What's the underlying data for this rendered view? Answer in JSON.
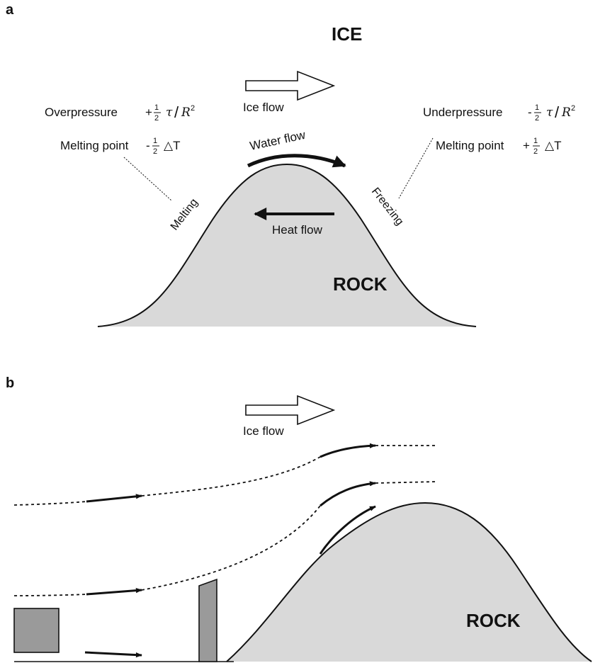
{
  "panel_a": {
    "letter": "a",
    "title": "ICE",
    "ice_flow_label": "Ice flow",
    "overpressure": {
      "label": "Overpressure",
      "sign": "+",
      "frac_num": "1",
      "frac_den": "2",
      "tau": "τ",
      "slash": "/",
      "R": "R",
      "exp": "2"
    },
    "melting_point_left": {
      "label": "Melting point",
      "sign": "-",
      "frac_num": "1",
      "frac_den": "2",
      "delta": "△T"
    },
    "underpressure": {
      "label": "Underpressure",
      "sign": "-",
      "frac_num": "1",
      "frac_den": "2",
      "tau": "τ",
      "slash": "/",
      "R": "R",
      "exp": "2"
    },
    "melting_point_right": {
      "label": "Melting point",
      "sign": "+",
      "frac_num": "1",
      "frac_den": "2",
      "delta": "△T"
    },
    "water_flow_label": "Water flow",
    "heat_flow_label": "Heat flow",
    "melting_label": "Melting",
    "freezing_label": "Freezing",
    "rock_label": "ROCK"
  },
  "panel_b": {
    "letter": "b",
    "ice_flow_label": "Ice flow",
    "rock_label": "ROCK"
  },
  "colors": {
    "rock_fill": "#d9d9d9",
    "block_fill": "#9a9a9a",
    "ink": "#111111",
    "background": "#ffffff"
  }
}
